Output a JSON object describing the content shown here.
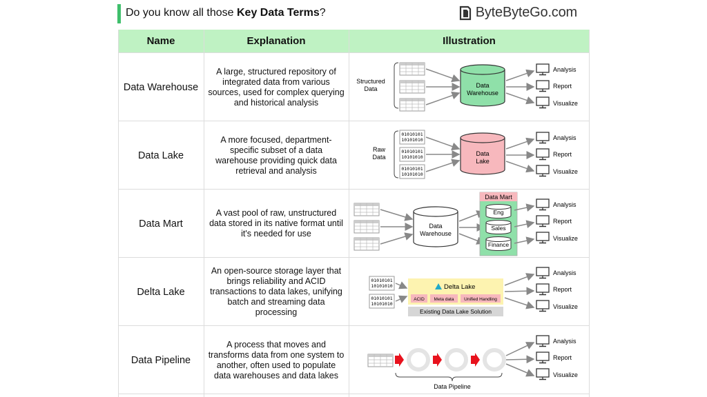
{
  "header": {
    "title_prefix": "Do you know all those ",
    "title_bold": "Key Data Terms",
    "title_suffix": "?",
    "brand": "ByteByteGo.com",
    "accent_color": "#3fbf6c"
  },
  "table": {
    "header_color": "#bff2c3",
    "columns": [
      "Name",
      "Explanation",
      "Illustration"
    ],
    "outputs": [
      "Analysis",
      "Report",
      "Visualize"
    ],
    "binary_line1": "01010101",
    "binary_line2": "10101010",
    "rows": [
      {
        "name": "Data Warehouse",
        "explanation": "A large, structured repository of integrated data from various sources, used for complex querying and historical analysis",
        "source_label_1": "Structured",
        "source_label_2": "Data",
        "store_label_1": "Data",
        "store_label_2": "Warehouse",
        "store_color": "#8fe0a9"
      },
      {
        "name": "Data Lake",
        "explanation": "A more focused, department-specific subset of a data warehouse providing quick data retrieval and analysis",
        "source_label_1": "Raw",
        "source_label_2": "Data",
        "store_label_1": "Data",
        "store_label_2": "Lake",
        "store_color": "#f7b8bd"
      },
      {
        "name": "Data Mart",
        "explanation": "A vast pool of raw, unstructured data stored in its native format until it's needed for use",
        "store_label_1": "Data",
        "store_label_2": "Warehouse",
        "mart_title": "Data Mart",
        "marts": [
          "Eng",
          "Sales",
          "Finance"
        ],
        "mart_color": "#8fe0a9",
        "mart_title_color": "#f7b8bd"
      },
      {
        "name": "Delta Lake",
        "explanation": "An open-source storage layer that brings reliability and ACID transactions to data lakes, unifying batch and streaming data processing",
        "delta_title": "Delta Lake",
        "features": [
          "ACID",
          "Meta data",
          "Unified Handling"
        ],
        "base_label": "Existing Data Lake Solution",
        "delta_color": "#fdf3b0",
        "feature_color": "#f7b8bd"
      },
      {
        "name": "Data Pipeline",
        "explanation": "A process that moves and transforms data from one system to another, often used to populate data warehouses and data lakes",
        "pipeline_label": "Data Pipeline",
        "arrow_color": "#e8121d"
      }
    ]
  }
}
